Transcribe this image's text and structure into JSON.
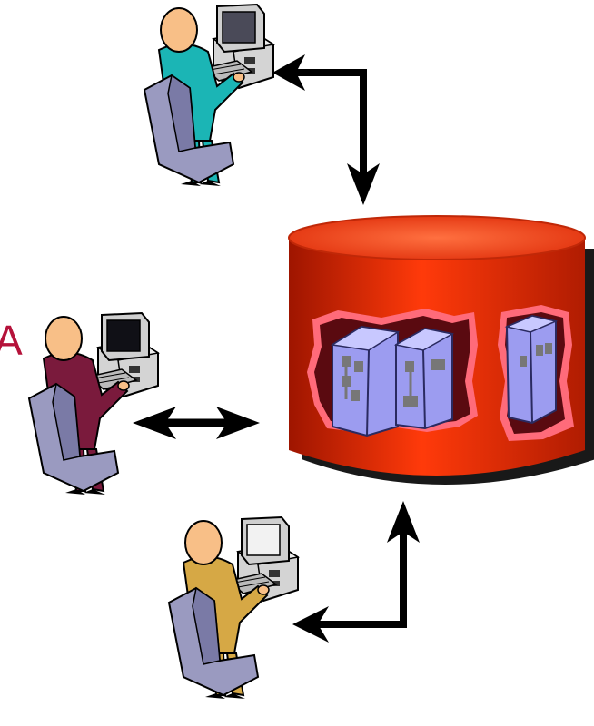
{
  "diagram": {
    "edge_text": "A",
    "users": [
      {
        "id": "top",
        "shirt": "#1bb5b5",
        "pants": "#1bb5b5",
        "screen": "#4a4a58"
      },
      {
        "id": "left",
        "shirt": "#7a1a3c",
        "pants": "#7a1a3c",
        "screen": "#101016"
      },
      {
        "id": "bottom",
        "shirt": "#d6a845",
        "pants": "#d6a845",
        "screen": "#f2f2f2"
      }
    ],
    "database": {
      "body_color": "#e8330a",
      "top_color": "#ff5a1e",
      "server_color": "#9c9cf0"
    },
    "arrow_color": "#000000"
  }
}
